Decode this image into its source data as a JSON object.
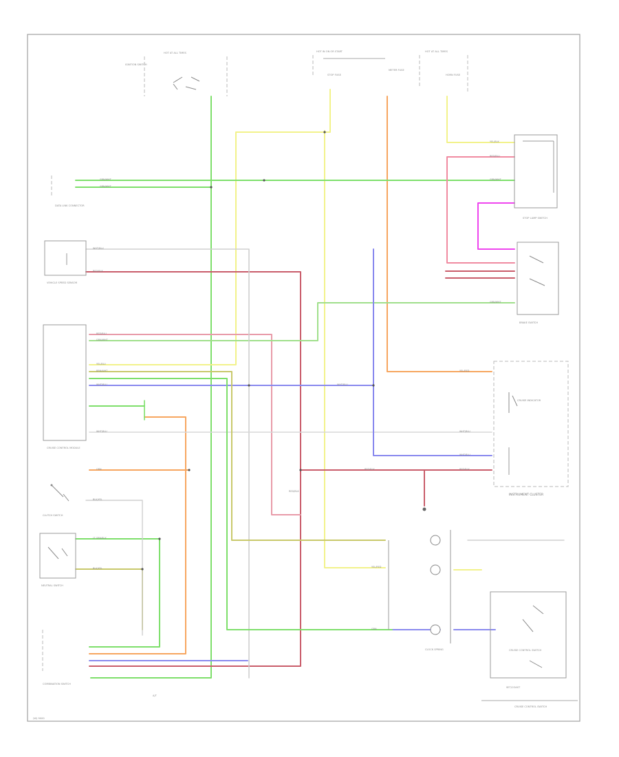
{
  "wire_color_codes": {
    "green": "#7ddf6a",
    "yellow": "#f2f28a",
    "orange": "#f7a55e",
    "red": "#c95c6a",
    "pink": "#f08aa0",
    "blue": "#8888ee",
    "magenta": "#ee44ee",
    "gray": "#cfcfcf",
    "olive": "#c8c86a"
  },
  "top_labels": {
    "ignition_switch": "IGNITION SWITCH",
    "fuse_box_left": "HOT AT ALL TIMES",
    "fuse_box_mid": "HOT IN ON OR START",
    "fuse_box_right": "HOT AT ALL TIMES",
    "stop_fuse": "STOP FUSE",
    "meter_fuse": "METER FUSE",
    "horn_fuse": "HORN FUSE"
  },
  "components": {
    "data_link": "DATA LINK CONNECTOR",
    "vehicle_speed_sensor": "VEHICLE SPEED SENSOR",
    "cruise_module": "CRUISE CONTROL MODULE",
    "clutch_switch": "CLUTCH SWITCH",
    "neutral_switch": "NEUTRAL SWITCH",
    "combination_switch": "COMBINATION SWITCH",
    "stop_lamp_switch": "STOP LAMP SWITCH",
    "brake_switch": "BRAKE SWITCH",
    "instrument_cluster": "INSTRUMENT CLUSTER",
    "cruise_indicator": "CRUISE INDICATOR",
    "cruise_main_switch": "CRUISE CONTROL SWITCH",
    "clock_spring": "CLOCK SPRING",
    "cruise_set_switch": "SET/COAST"
  },
  "footer": {
    "code": "(W) 9000",
    "right_caption": "CRUISE CONTROL SWITCH",
    "at_label": "A/T"
  }
}
